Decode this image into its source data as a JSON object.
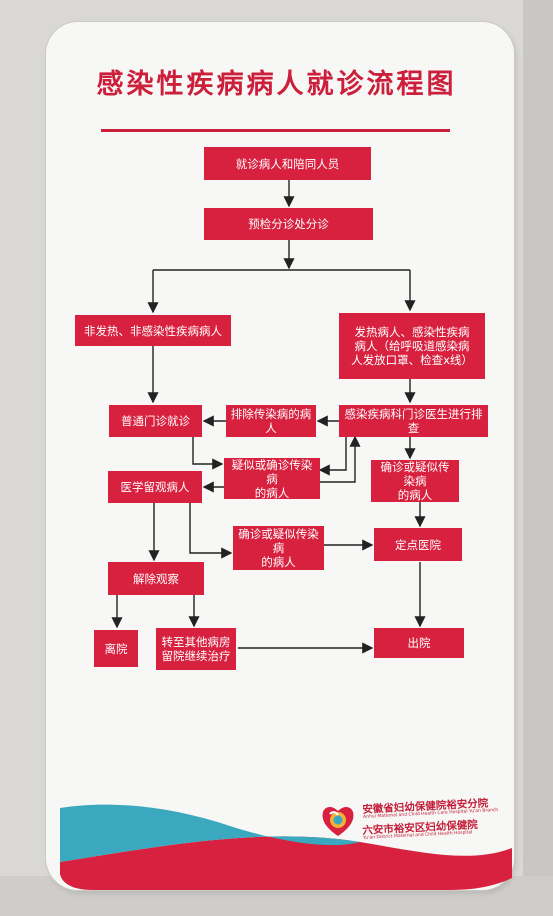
{
  "title": "感染性疾病病人就诊流程图",
  "boxes": {
    "b1": "就诊病人和陪同人员",
    "b2": "预检分诊处分诊",
    "b3": "非发热、非感染性疾病病人",
    "b4": "发热病人、感染性疾病\n病人（给呼吸道感染病\n人发放口罩、检查x线）",
    "b5": "普通门诊就诊",
    "b6": "排除传染病的病人",
    "b7": "感染疾病科门诊医生进行排查",
    "b8": "疑似或确诊传染病\n的病人",
    "b9": "医学留观病人",
    "b10": "确诊或疑似传染病\n的病人",
    "b11": "确诊或疑似传染病\n的病人",
    "b12": "定点医院",
    "b13": "解除观察",
    "b14": "离院",
    "b15": "转至其他病房\n留院继续治疗",
    "b16": "出院"
  },
  "hospital": {
    "name1": "安徽省妇幼保健院裕安分院",
    "name1_en": "Anhui Maternal and Child Health Care Hospital Yu'an Branch",
    "name2": "六安市裕安区妇幼保健院",
    "name2_en": "Yu'an District Maternal and Child Health Hospital"
  },
  "colors": {
    "brand_red": "#d8203f",
    "title_red": "#cc1f3b",
    "wave_teal": "#3aa9bf"
  }
}
